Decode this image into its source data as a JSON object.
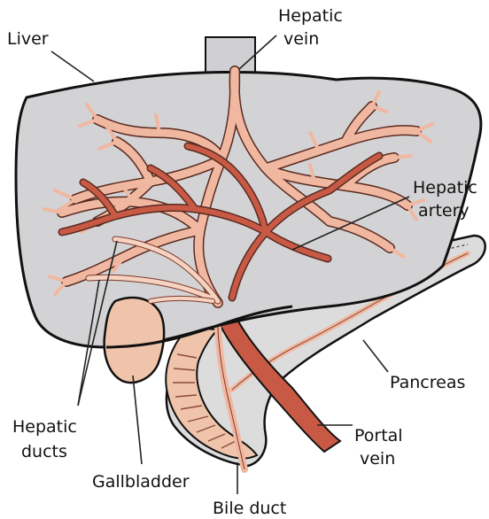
{
  "labels": {
    "liver": "Liver",
    "hepatic_vein_1": "Hepatic",
    "hepatic_vein_2": "vein",
    "hepatic_artery_1": "Hepatic",
    "hepatic_artery_2": "artery",
    "pancreas": "Pancreas",
    "hepatic_ducts_1": "Hepatic",
    "hepatic_ducts_2": "ducts",
    "gallbladder": "Gallbladder",
    "bile_duct": "Bile duct",
    "portal_vein_1": "Portal",
    "portal_vein_2": "vein"
  },
  "colors": {
    "liver_fill": "#d3d3d5",
    "outline": "#111111",
    "vein_fill": "#f1b8a1",
    "artery_fill": "#c85a45",
    "pancreas_fill": "#dcdcdc",
    "gallbladder_fill": "#f0c4aa",
    "leader_line": "#222222"
  }
}
